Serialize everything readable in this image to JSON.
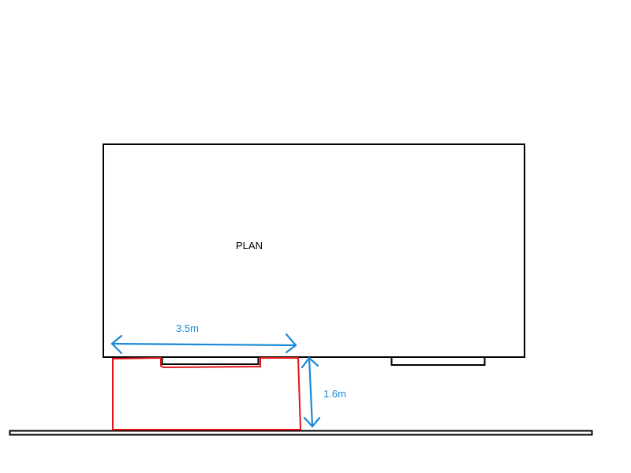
{
  "diagram": {
    "plan_label": "PLAN",
    "width_dimension": "3.5m",
    "depth_dimension": "1.6m",
    "colors": {
      "outline": "#000000",
      "extension": "#e0151b",
      "dimension": "#1a8ad8"
    }
  }
}
